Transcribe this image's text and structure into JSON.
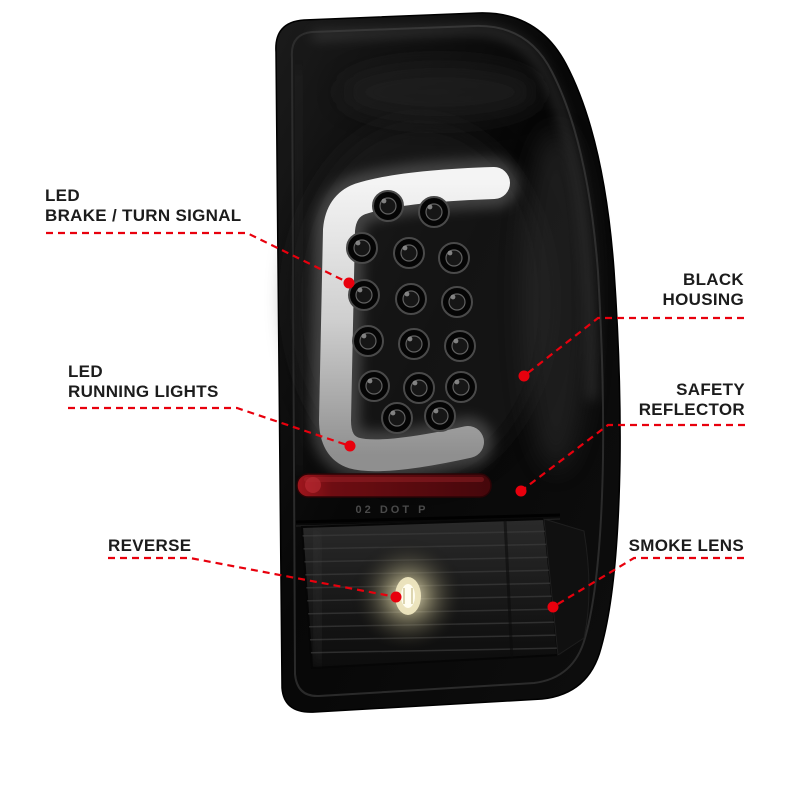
{
  "callouts": [
    {
      "id": "led-brake-turn-signal",
      "lines": [
        "LED",
        "BRAKE / TURN SIGNAL"
      ],
      "side": "left"
    },
    {
      "id": "black-housing",
      "lines": [
        "BLACK",
        "HOUSING"
      ],
      "side": "right"
    },
    {
      "id": "led-running-lights",
      "lines": [
        "LED",
        "RUNNING LIGHTS"
      ],
      "side": "left"
    },
    {
      "id": "safety-reflector",
      "lines": [
        "SAFETY",
        "REFLECTOR"
      ],
      "side": "right"
    },
    {
      "id": "reverse",
      "lines": [
        "REVERSE"
      ],
      "side": "left"
    },
    {
      "id": "smoke-lens",
      "lines": [
        "SMOKE LENS"
      ],
      "side": "right"
    }
  ],
  "lamp": {
    "marking": "02 DOT P"
  },
  "colors": {
    "callout_line": "#e8000d",
    "callout_text": "#1c1c1c",
    "reflector_red": "#7a1016",
    "background": "#ffffff"
  }
}
